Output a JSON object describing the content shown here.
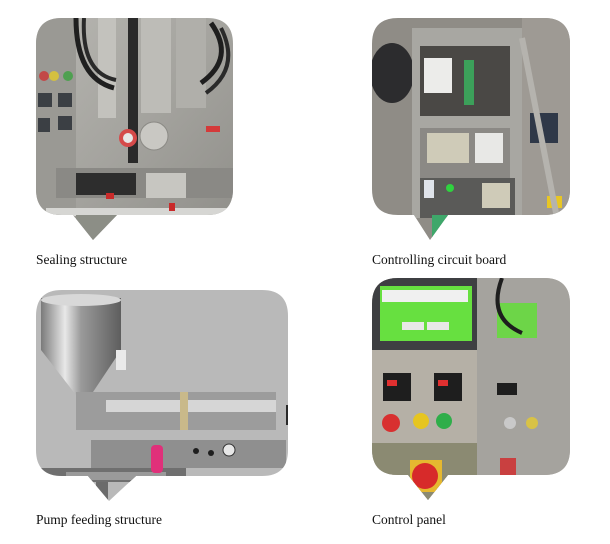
{
  "panels": [
    {
      "id": "sealing",
      "caption": "Sealing structure",
      "image_description": "Close-up of stainless steel sealing mechanism with black cables, red handle, heating jaws",
      "colors": {
        "base": "#a7a6a1",
        "accent": "#c23a3a",
        "dark": "#2b2b2b"
      }
    },
    {
      "id": "circuit",
      "caption": "Controlling circuit board",
      "image_description": "Open electrical cabinet with power supplies, relays, green indicator light and terminal blocks",
      "colors": {
        "base": "#8d8a84",
        "accent": "#2fbf3f",
        "dark": "#3a3a3a"
      }
    },
    {
      "id": "pump",
      "caption": "Pump feeding structure",
      "image_description": "Stainless steel hopper and horizontal piston pump filler with pink bottle on tray",
      "colors": {
        "base": "#b9b9b9",
        "accent": "#e0307a",
        "dark": "#4a4a4a"
      }
    },
    {
      "id": "control",
      "caption": "Control panel",
      "image_description": "Stainless control panel with green touchscreen, two temperature controllers, red/yellow/green buttons and red emergency switch",
      "colors": {
        "base": "#a9a49a",
        "accent": "#6fe04a",
        "dark": "#3b3b3b"
      }
    }
  ]
}
